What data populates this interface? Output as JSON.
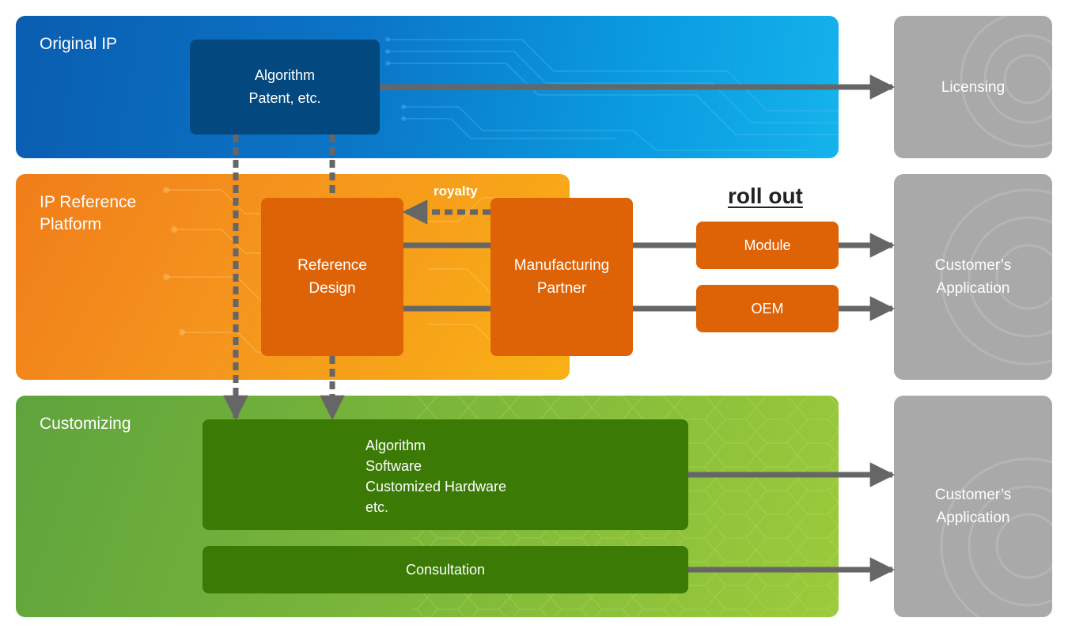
{
  "panels": {
    "original_ip": "Original IP",
    "ip_reference_platform": "IP Reference\nPlatform",
    "customizing": "Customizing"
  },
  "boxes": {
    "algorithm_patent": "Algorithm\nPatent, etc.",
    "reference_design": "Reference\nDesign",
    "manufacturing_partner": "Manufacturing\nPartner",
    "module": "Module",
    "oem": "OEM",
    "custom_items": "Algorithm\nSoftware\nCustomized Hardware\netc.",
    "consultation": "Consultation"
  },
  "outcomes": {
    "licensing": "Licensing",
    "customers_application_1": "Customer’s\nApplication",
    "customers_application_2": "Customer’s\nApplication"
  },
  "labels": {
    "roll_out": "roll out",
    "royalty": "royalty"
  },
  "colors": {
    "blue_panel": "#0b74c6",
    "orange_panel": "#f5951d",
    "green_panel": "#79b53a",
    "dark_blue_box": "#03487e",
    "orange_box": "#de6306",
    "dark_green_box": "#3a7a05",
    "gray_panel": "#a9a9a9",
    "arrow": "#666666"
  }
}
